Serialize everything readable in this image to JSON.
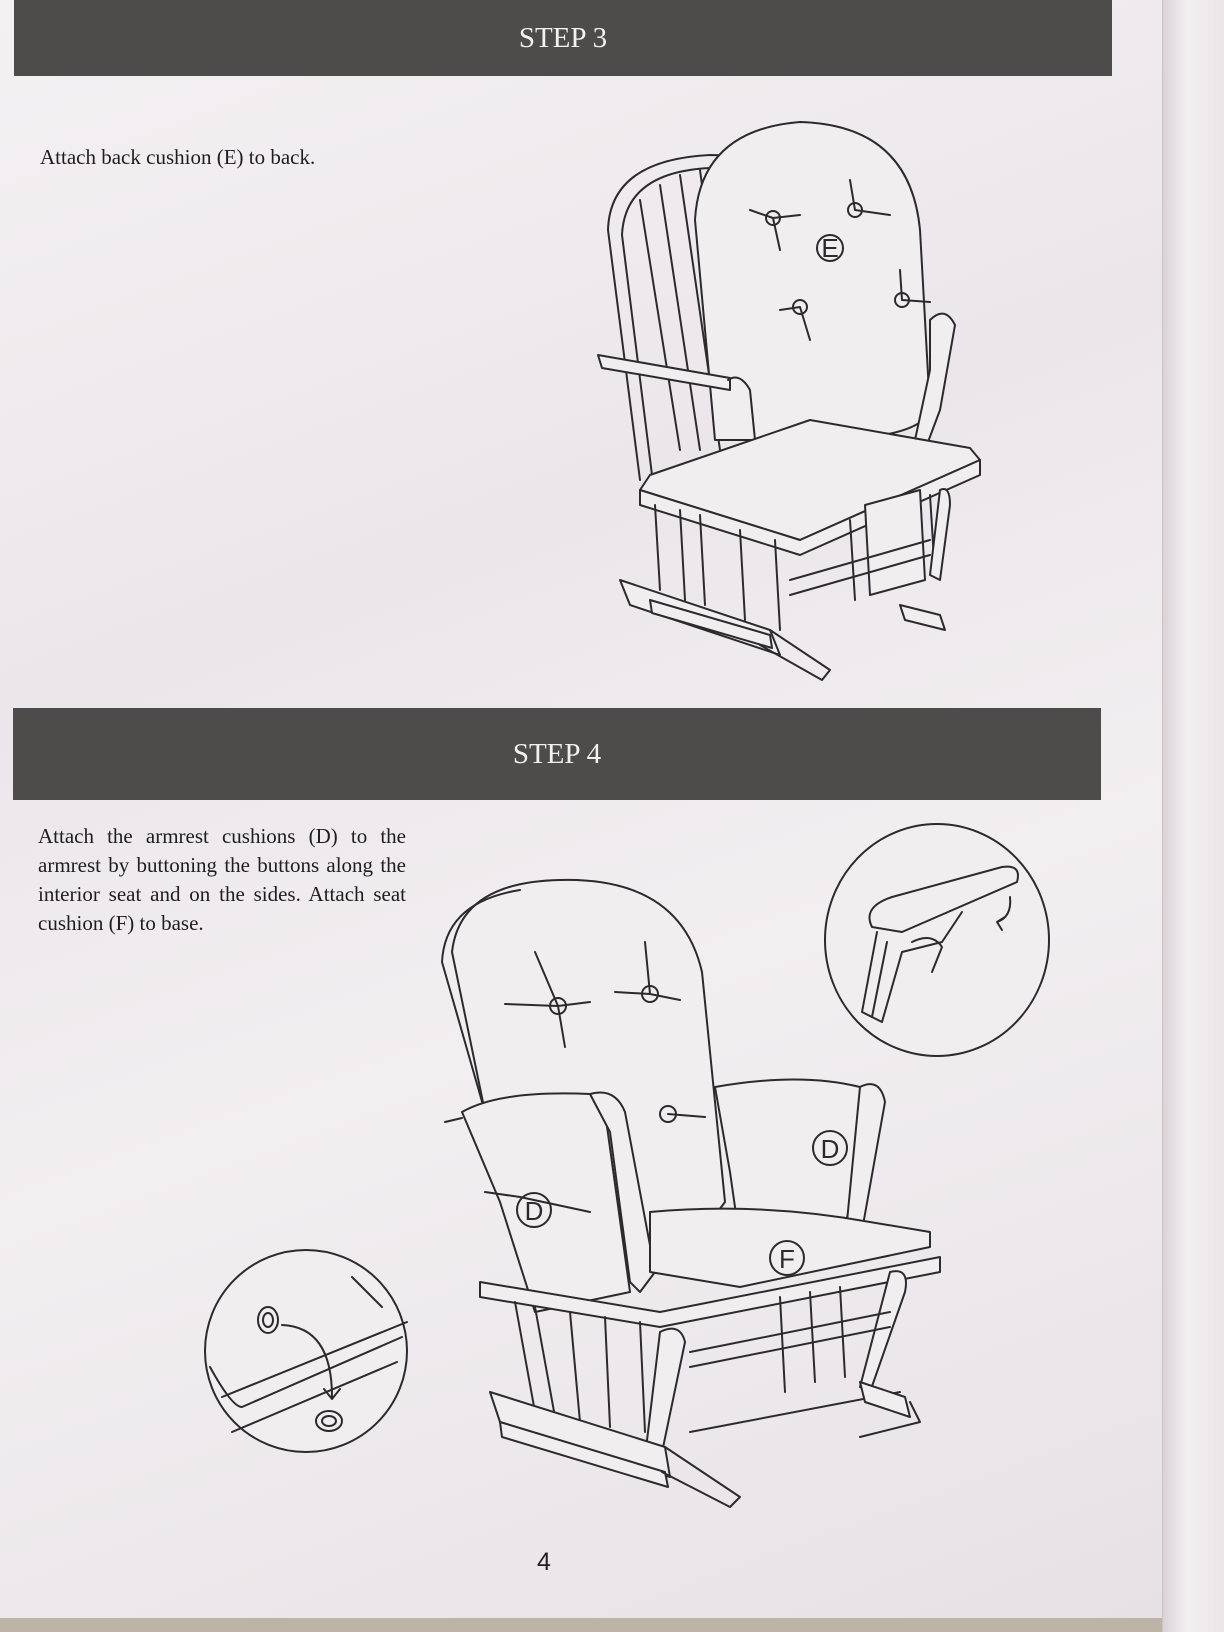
{
  "step3": {
    "title": "STEP 3",
    "instruction": "Attach back cushion (E) to back.",
    "labels": {
      "back_cushion": "E"
    }
  },
  "step4": {
    "title": "STEP 4",
    "instruction": "Attach the armrest cushions (D) to the armrest by buttoning the buttons along the interior seat and on the sides. Attach seat cushion (F) to base.",
    "labels": {
      "armrest_cushion_left": "D",
      "armrest_cushion_right": "D",
      "seat_cushion": "F"
    }
  },
  "page_number": "4"
}
